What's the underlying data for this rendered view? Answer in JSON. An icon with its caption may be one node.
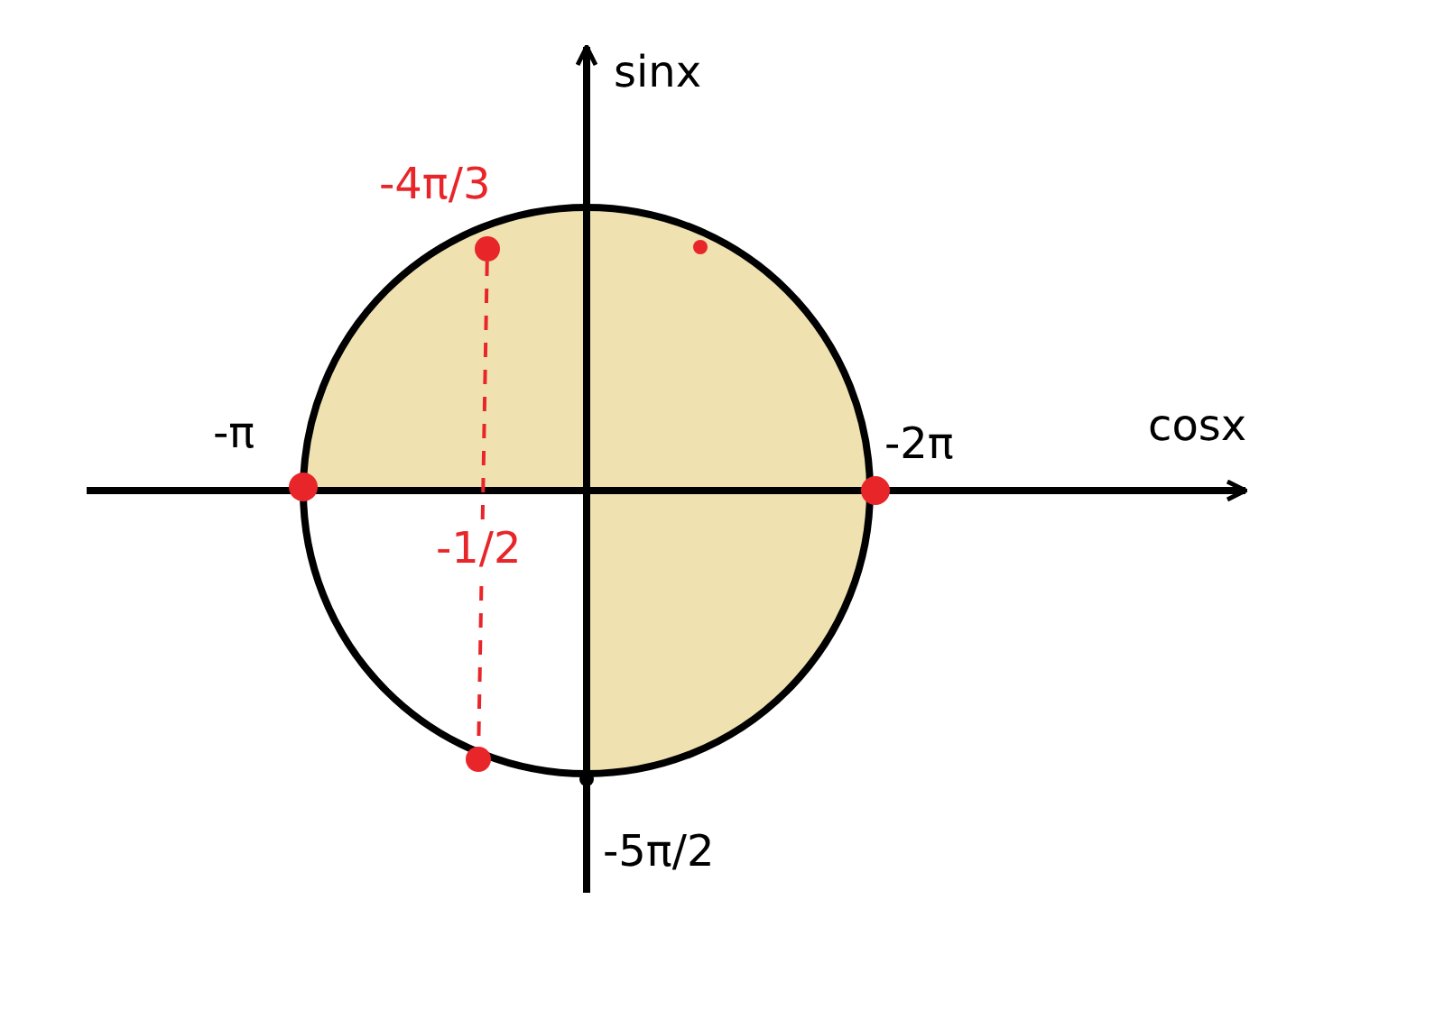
{
  "diagram": {
    "nodes": [
      {
        "text": [],
        "shape": "circle",
        "beside": [
          "-4π/3"
        ]
      },
      {
        "text": [],
        "shape": "circle"
      }
    ],
    "edges": [
      {
        "from": 0,
        "to": 1,
        "arrow": "none",
        "style": "dashed",
        "color": "#e8262a",
        "label": "-1/2"
      }
    ],
    "labels": [
      "sinx",
      "cosx",
      "-π",
      "-2π",
      "-5π/2"
    ]
  }
}
